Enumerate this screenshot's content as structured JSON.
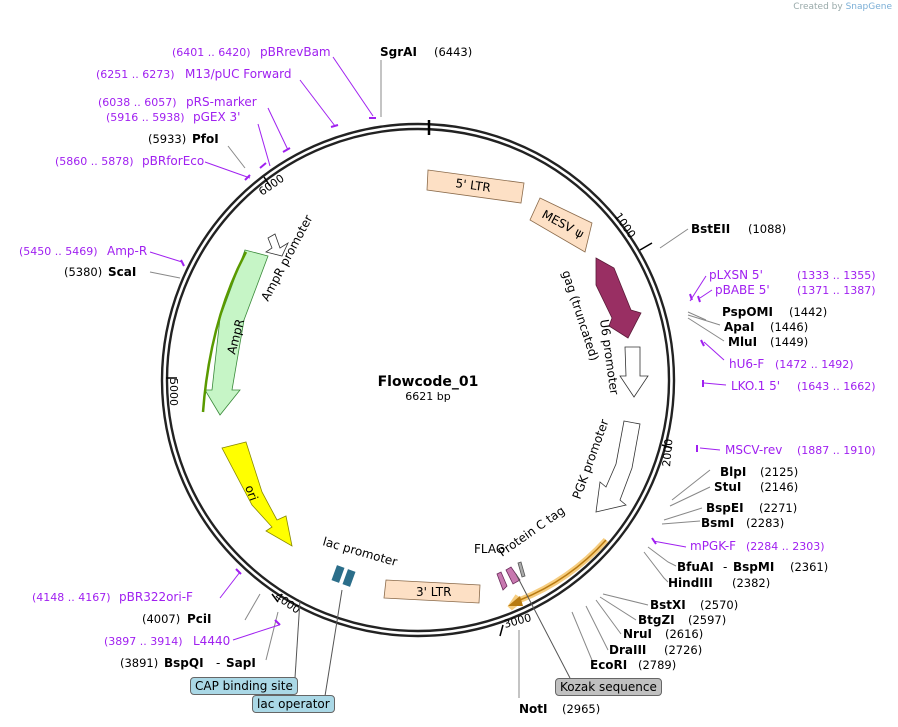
{
  "credit": {
    "prefix": "Created by",
    "brand": "SnapGene"
  },
  "plasmid": {
    "name": "Flowcode_01",
    "size": "6621 bp"
  },
  "ticks": [
    "1000",
    "2000",
    "3000",
    "4000",
    "5000",
    "6000"
  ],
  "features": {
    "ltr5": "5' LTR",
    "mesv": "MESV ψ",
    "gag": "gag (truncated)",
    "u6": "U6 promoter",
    "pgk": "PGK promoter",
    "flag": "FLAG",
    "proteinC": "Protein C tag",
    "ltr3": "3' LTR",
    "lac": "lac promoter",
    "ori": "ori",
    "ampr": "AmpR",
    "amprProm": "AmpR promoter"
  },
  "sites": {
    "sgrai": {
      "name": "SgrAI",
      "pos": "(6443)"
    },
    "bsteii": {
      "name": "BstEII",
      "pos": "(1088)"
    },
    "pspomi": {
      "name": "PspOMI",
      "pos": "(1442)"
    },
    "apai": {
      "name": "ApaI",
      "pos": "(1446)"
    },
    "mlui": {
      "name": "MluI",
      "pos": "(1449)"
    },
    "blpi": {
      "name": "BlpI",
      "pos": "(2125)"
    },
    "stui": {
      "name": "StuI",
      "pos": "(2146)"
    },
    "bspei": {
      "name": "BspEI",
      "pos": "(2271)"
    },
    "bsmi": {
      "name": "BsmI",
      "pos": "(2283)"
    },
    "bfuai": {
      "name": "BfuAI",
      "name2": "BspMI",
      "pos": "(2361)"
    },
    "hindiii": {
      "name": "HindIII",
      "pos": "(2382)"
    },
    "bstxi": {
      "name": "BstXI",
      "pos": "(2570)"
    },
    "btgzi": {
      "name": "BtgZI",
      "pos": "(2597)"
    },
    "nrui": {
      "name": "NruI",
      "pos": "(2616)"
    },
    "draiii": {
      "name": "DraIII",
      "pos": "(2726)"
    },
    "ecori": {
      "name": "EcoRI",
      "pos": "(2789)"
    },
    "noti": {
      "name": "NotI",
      "pos": "(2965)"
    },
    "pfoi": {
      "name": "PfoI",
      "pos": "(5933)"
    },
    "scai": {
      "name": "ScaI",
      "pos": "(5380)"
    },
    "pcii": {
      "name": "PciI",
      "pos": "(4007)"
    },
    "bspqi": {
      "name": "BspQI",
      "name2": "SapI",
      "pos": "(3891)"
    }
  },
  "primers": {
    "pbrrevbam": {
      "name": "pBRrevBam",
      "range": "(6401 .. 6420)"
    },
    "m13": {
      "name": "M13/pUC Forward",
      "range": "(6251 .. 6273)"
    },
    "prs": {
      "name": "pRS-marker",
      "range": "(6038 .. 6057)"
    },
    "pgex": {
      "name": "pGEX 3'",
      "range": "(5916 .. 5938)"
    },
    "pbrforeco": {
      "name": "pBRforEco",
      "range": "(5860 .. 5878)"
    },
    "ampr": {
      "name": "Amp-R",
      "range": "(5450 .. 5469)"
    },
    "plxsn": {
      "name": "pLXSN 5'",
      "range": "(1333 .. 1355)"
    },
    "pbabe": {
      "name": "pBABE 5'",
      "range": "(1371 .. 1387)"
    },
    "hu6": {
      "name": "hU6-F",
      "range": "(1472 .. 1492)"
    },
    "lko": {
      "name": "LKO.1 5'",
      "range": "(1643 .. 1662)"
    },
    "msciv": {
      "name": "MSCV-rev",
      "range": "(1887 .. 1910)"
    },
    "mpgk": {
      "name": "mPGK-F",
      "range": "(2284 .. 2303)"
    },
    "pbr322": {
      "name": "pBR322ori-F",
      "range": "(4148 .. 4167)"
    },
    "l4440": {
      "name": "L4440",
      "range": "(3897 .. 3914)"
    }
  },
  "tags": {
    "cap": "CAP binding site",
    "lacop": "lac operator",
    "kozak": "Kozak sequence"
  },
  "colors": {
    "ltr": "#fde0c5",
    "mesv": "#fde0c5",
    "gag": "#992f63",
    "ampr": "#c6f5c6",
    "ori": "#ffff00",
    "primer": "#a020f0",
    "capTag": "#aad8e6",
    "kozakTag": "#c0c0c0"
  }
}
